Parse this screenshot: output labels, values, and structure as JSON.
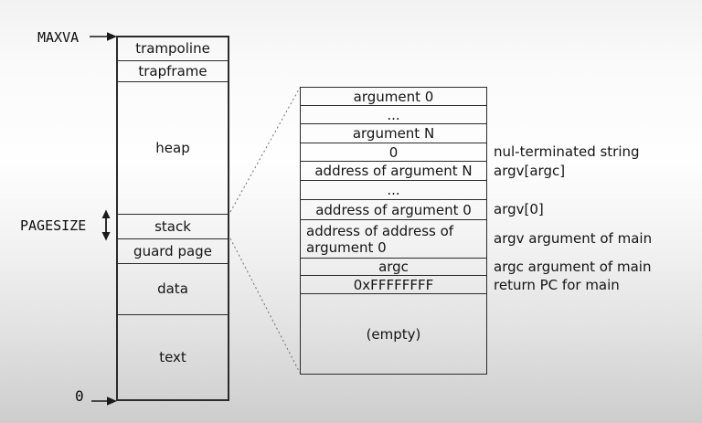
{
  "memory_map": {
    "label_maxva": "MAXVA",
    "label_pagesize": "PAGESIZE",
    "label_zero": "0",
    "regions": [
      {
        "label": "trampoline"
      },
      {
        "label": "trapframe"
      },
      {
        "label": "heap"
      },
      {
        "label": "stack"
      },
      {
        "label": "guard page"
      },
      {
        "label": "data"
      },
      {
        "label": "text"
      }
    ]
  },
  "stack_detail": {
    "rows": [
      {
        "label": "argument 0"
      },
      {
        "label": "..."
      },
      {
        "label": "argument N"
      },
      {
        "label": "0"
      },
      {
        "label": "address of argument N"
      },
      {
        "label": "..."
      },
      {
        "label": "address of argument 0"
      },
      {
        "label": "address of address of argument 0"
      },
      {
        "label": "argc"
      },
      {
        "label": "0xFFFFFFFF"
      },
      {
        "label": "(empty)"
      }
    ],
    "annotations": [
      {
        "label": "nul-terminated string"
      },
      {
        "label": "argv[argc]"
      },
      {
        "label": "argv[0]"
      },
      {
        "label": "argv argument of main"
      },
      {
        "label": "argc argument of main"
      },
      {
        "label": "return PC for main"
      }
    ]
  },
  "colors": {
    "line": "#2b2b2b",
    "dashed_line": "#6f6f6f",
    "text": "#141414"
  }
}
